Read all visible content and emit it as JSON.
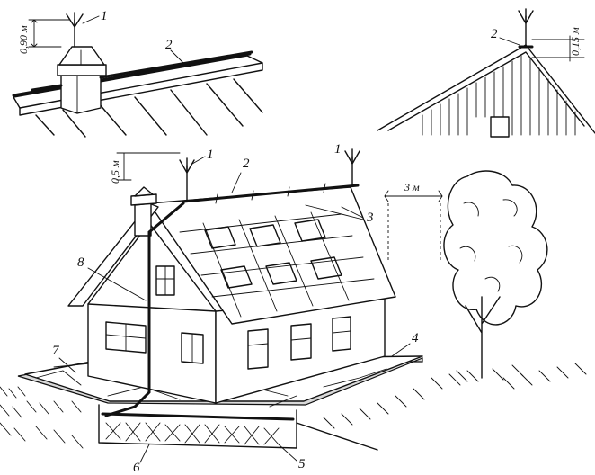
{
  "dimensions": {
    "mast_height_chimney": "0,90 м",
    "mast_height_ridge": "0,15 м",
    "mast_height_house": "0,5 м",
    "distance_to_tree": "3 м"
  },
  "callouts": {
    "n1": "1",
    "n2": "2",
    "n3": "3",
    "n4": "4",
    "n5": "5",
    "n6": "6",
    "n7": "7",
    "n8": "8"
  }
}
